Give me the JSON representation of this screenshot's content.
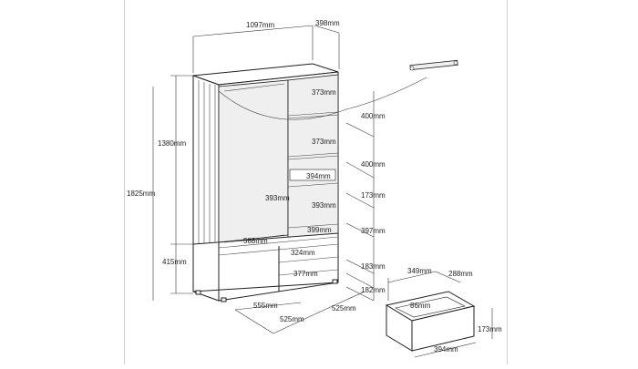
{
  "dimensions": {
    "top_width": "1097mm",
    "top_depth": "398mm",
    "total_height": "1825mm",
    "upper_height": "1380mm",
    "lower_height": "415mm",
    "shelf_373_a": "373mm",
    "shelf_373_b": "373mm",
    "inner_394": "394mm",
    "inner_393_side": "393mm",
    "inner_393": "393mm",
    "inner_399": "399mm",
    "inner_588": "588mm",
    "inner_324": "324mm",
    "inner_377": "377mm",
    "base_555": "555mm",
    "base_525_left": "525mm",
    "base_525_right": "525mm",
    "right_400_a": "400mm",
    "right_400_b": "400mm",
    "right_173": "173mm",
    "right_397": "397mm",
    "right_183": "183mm",
    "right_182": "182mm"
  },
  "drawer": {
    "width_top": "349mm",
    "depth": "288mm",
    "inner": "86mm",
    "height": "173mm",
    "width_bottom": "394mm"
  }
}
